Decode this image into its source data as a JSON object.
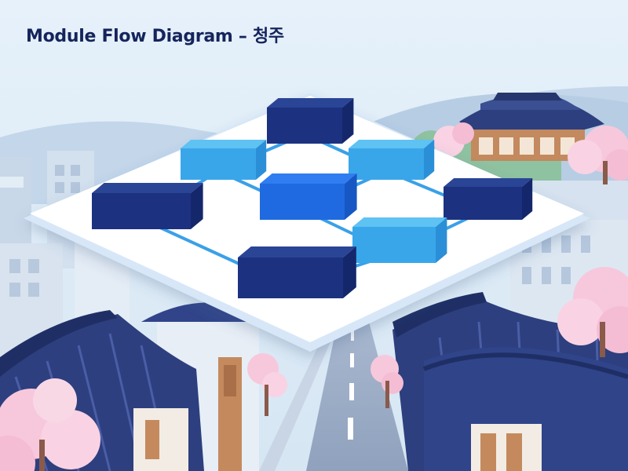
{
  "title": "Module Flow Diagram – 청주",
  "colors": {
    "sky": "#dcebf7",
    "title": "#16245c",
    "node_dark": "#213a8c",
    "node_mid": "#1f6fe8",
    "node_light": "#3aa6ea",
    "connector": "#3aa0e8",
    "platform": "#ffffff",
    "roof": "#2d3f7e",
    "blossom": "#f7c8dc"
  },
  "diagram": {
    "nodes": [
      {
        "id": "top",
        "shade": "dark"
      },
      {
        "id": "upper-left",
        "shade": "light"
      },
      {
        "id": "upper-right",
        "shade": "light"
      },
      {
        "id": "left",
        "shade": "dark"
      },
      {
        "id": "center",
        "shade": "mid"
      },
      {
        "id": "right",
        "shade": "dark"
      },
      {
        "id": "lower-right",
        "shade": "light"
      },
      {
        "id": "bottom",
        "shade": "dark"
      }
    ],
    "edges": [
      [
        "top",
        "upper-left"
      ],
      [
        "top",
        "upper-right"
      ],
      [
        "upper-left",
        "left"
      ],
      [
        "upper-left",
        "center"
      ],
      [
        "upper-right",
        "center"
      ],
      [
        "upper-right",
        "right"
      ],
      [
        "left",
        "bottom"
      ],
      [
        "center",
        "lower-right"
      ],
      [
        "right",
        "lower-right"
      ],
      [
        "lower-right",
        "bottom"
      ]
    ]
  }
}
